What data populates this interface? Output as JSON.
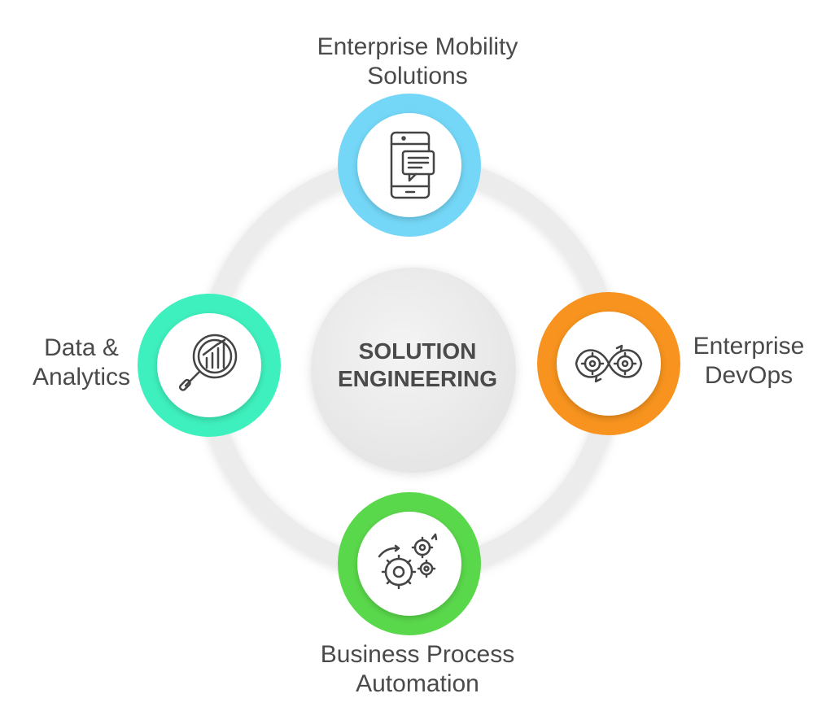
{
  "center": {
    "line1": "SOLUTION",
    "line2": "ENGINEERING"
  },
  "nodes": {
    "top": {
      "line1": "Enterprise Mobility",
      "line2": "Solutions",
      "color": "#74d7f7",
      "icon": "mobile-chat-icon"
    },
    "right": {
      "line1": "Enterprise",
      "line2": "DevOps",
      "color": "#f7931e",
      "icon": "devops-gears-icon"
    },
    "bottom": {
      "line1": "Business Process",
      "line2": "Automation",
      "color": "#5ad84b",
      "icon": "process-gears-icon"
    },
    "left": {
      "line1": "Data &",
      "line2": "Analytics",
      "color": "#3ef0bd",
      "icon": "analytics-magnifier-icon"
    }
  },
  "colors": {
    "ring": "#ececec",
    "text": "#4a4a4a",
    "center_fill": "#ebebeb",
    "node_inner": "#ffffff"
  }
}
